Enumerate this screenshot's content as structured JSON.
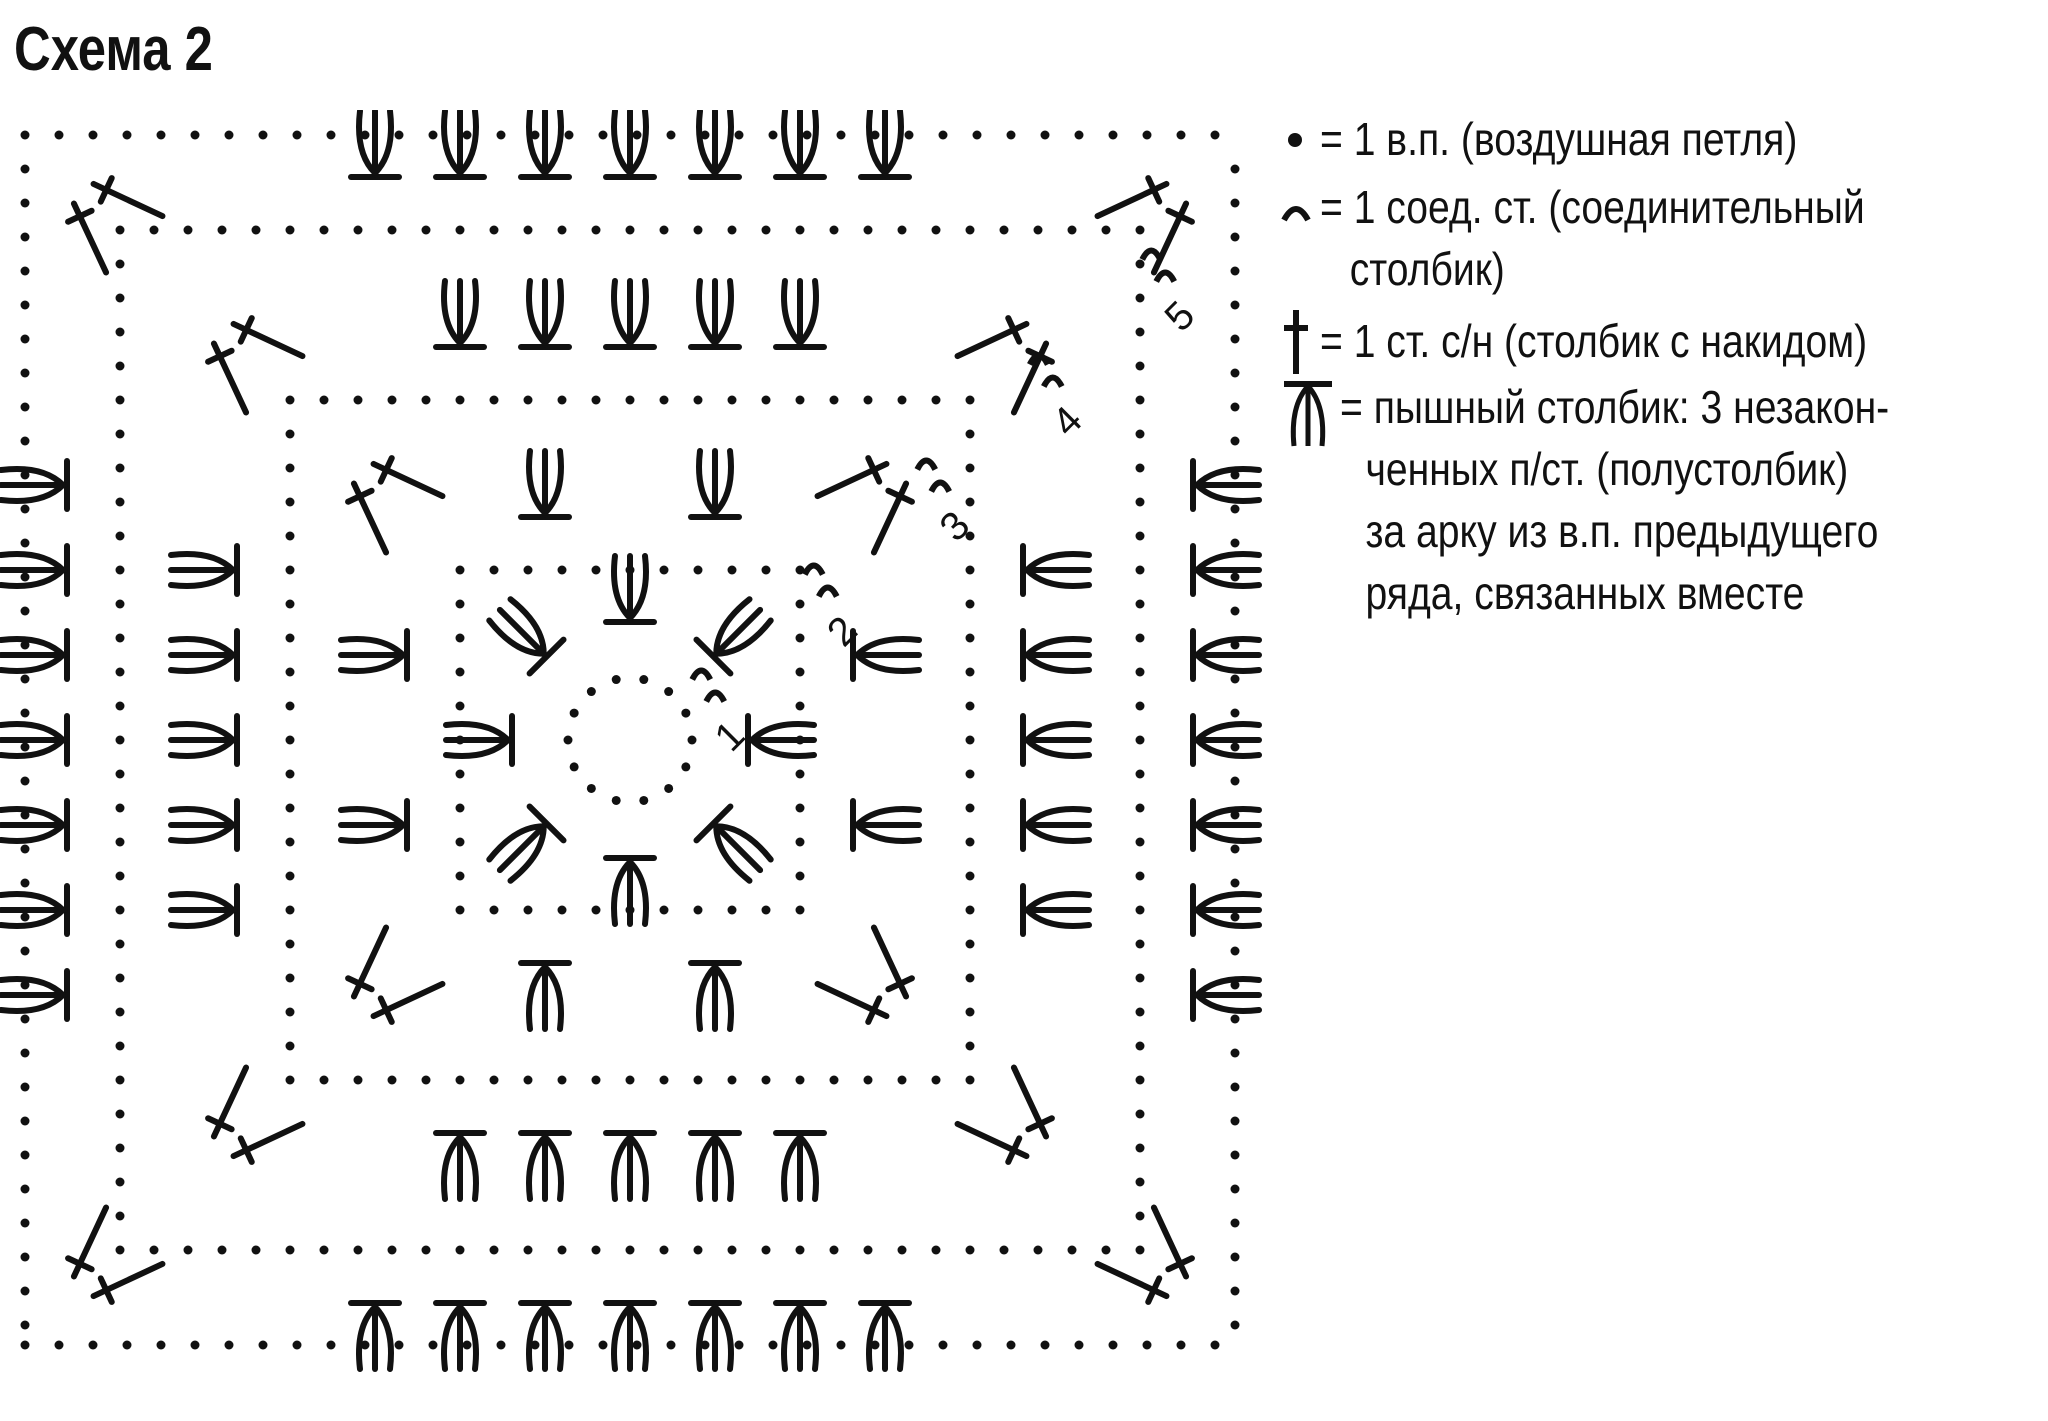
{
  "title": "Схема 2",
  "rounds": [
    "1",
    "2",
    "3",
    "4",
    "5"
  ],
  "legend": [
    {
      "symbol": "chain-icon",
      "text": "= 1 в.п. (воздушная петля)"
    },
    {
      "symbol": "slip-stitch-icon",
      "text": "= 1 соед. ст. (соединительный",
      "text2": "столбик)"
    },
    {
      "symbol": "double-crochet-icon",
      "text": "= 1 ст. с/н (столбик с накидом)"
    },
    {
      "symbol": "puff-stitch-icon",
      "text": "= пышный столбик: 3 незакон-",
      "text2": "ченных п/ст. (полустолбик)",
      "text3": "за арку из в.п. предыдущего",
      "text4": "ряда, связанных вместе"
    }
  ],
  "colors": {
    "ink": "#111111",
    "background": "#ffffff"
  }
}
